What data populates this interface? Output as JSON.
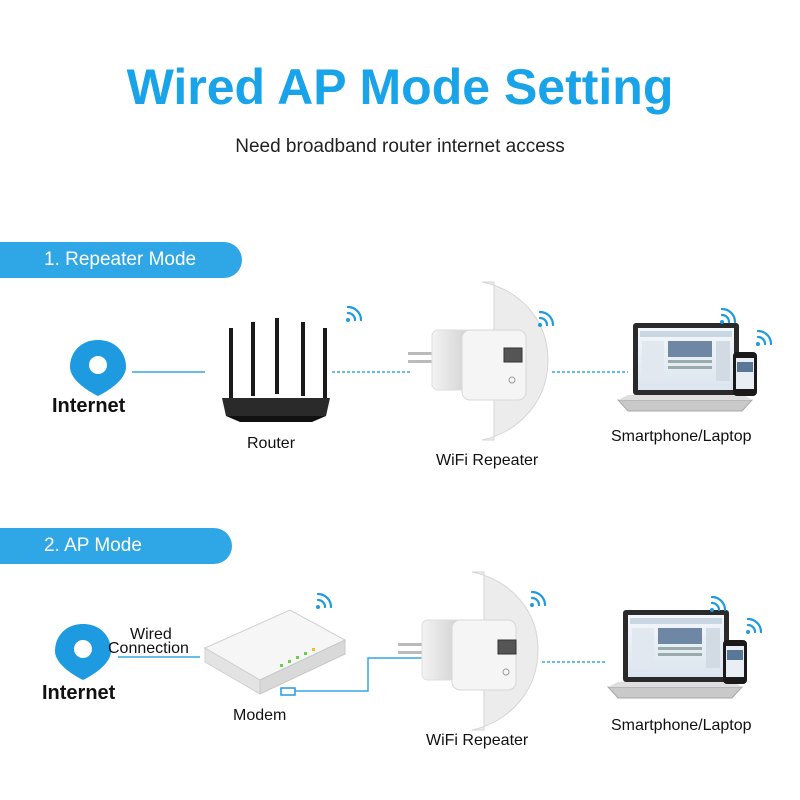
{
  "title": "Wired AP Mode Setting",
  "subtitle": "Need broadband router internet access",
  "section1": {
    "label": "1. Repeater Mode",
    "internet": "Internet",
    "router": "Router",
    "repeater": "WiFi Repeater",
    "clients": "Smartphone/Laptop"
  },
  "section2": {
    "label": "2. AP Mode",
    "internet": "Internet",
    "wired_line1": "Wired",
    "wired_line2": "Connection",
    "modem": "Modem",
    "repeater": "WiFi Repeater",
    "clients": "Smartphone/Laptop"
  },
  "colors": {
    "accent": "#19a3e8",
    "pill": "#2fa7e6"
  }
}
